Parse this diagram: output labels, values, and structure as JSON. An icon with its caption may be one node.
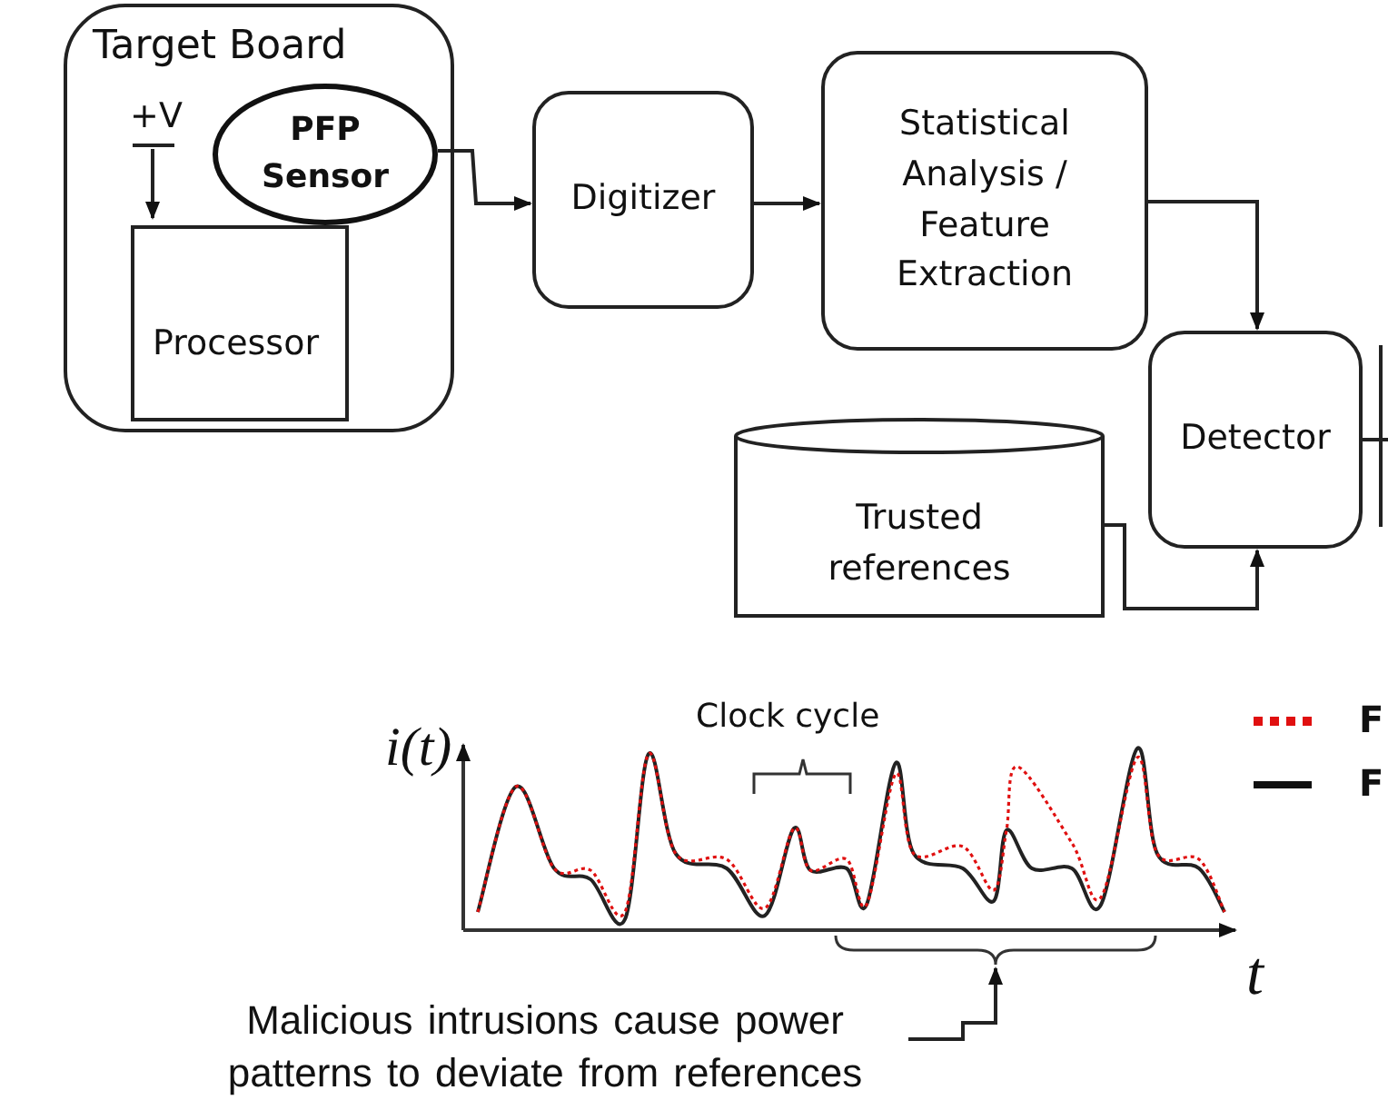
{
  "diagram": {
    "nodes": [
      {
        "text": [
          "Target Board"
        ]
      },
      {
        "text": [
          "+V"
        ],
        "in": 0
      },
      {
        "text": [
          "PFP Sensor"
        ],
        "in": 0
      },
      {
        "text": [
          "Processor"
        ],
        "in": 0
      },
      {
        "text": [
          "Digitizer"
        ]
      },
      {
        "text": [
          "Statistical Analysis / Feature Extraction"
        ]
      },
      {
        "text": [
          "Detector"
        ]
      },
      {
        "text": [
          "Trusted references"
        ]
      },
      {
        "text": [
          "Malicious intrusions cause power patterns to deviate from references"
        ]
      },
      {
        "text": [],
        "shape": "brace"
      }
    ],
    "edges": [
      {
        "from": 1,
        "to": 3,
        "arrow": "to"
      },
      {
        "from": 2,
        "to": 4,
        "arrow": "to"
      },
      {
        "from": 4,
        "to": 5,
        "arrow": "to"
      },
      {
        "from": 5,
        "to": 6,
        "arrow": "to"
      },
      {
        "from": 7,
        "to": 6,
        "arrow": "to"
      },
      {
        "from": 6,
        "to": null,
        "arrow": "none"
      },
      {
        "from": 8,
        "to": 9,
        "arrow": "to"
      }
    ],
    "labels": [
      "Clock cycle",
      "i(t)",
      "t"
    ],
    "legend": [
      {
        "text": "F"
      },
      {
        "text": "F"
      }
    ]
  }
}
